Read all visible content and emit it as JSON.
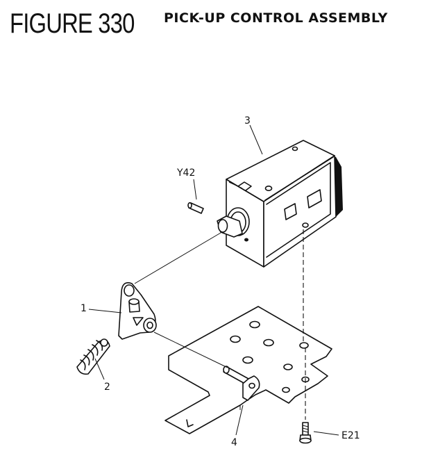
{
  "header": {
    "figure_number": "FIGURE 330",
    "title": "PICK-UP CONTROL ASSEMBLY"
  },
  "callouts": {
    "part_1": "1",
    "part_2": "2",
    "part_3": "3",
    "part_4": "4",
    "part_y42": "Y42",
    "part_e21": "E21"
  }
}
